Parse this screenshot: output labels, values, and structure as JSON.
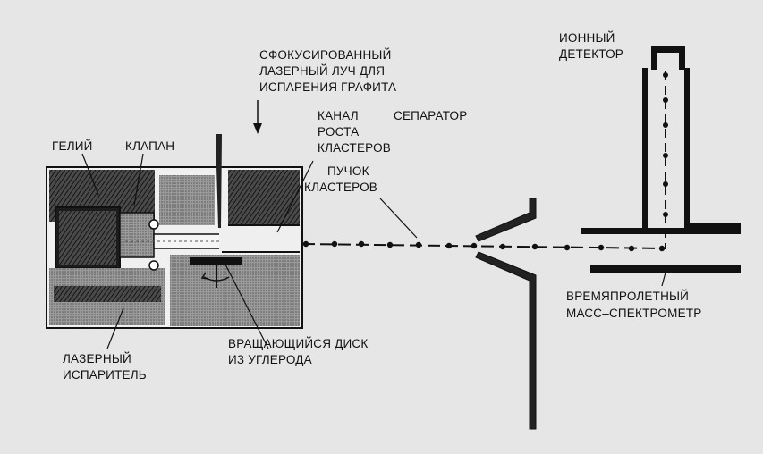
{
  "labels": {
    "focused_laser_1": "СФОКУСИРОВАННЫЙ",
    "focused_laser_2": "ЛАЗЕРНЫЙ ЛУЧ ДЛЯ",
    "focused_laser_3": "ИСПАРЕНИЯ ГРАФИТА",
    "ion_detector_1": "ИОННЫЙ",
    "ion_detector_2": "ДЕТЕКТОР",
    "channel_1": "КАНАЛ",
    "channel_2": "РОСТА",
    "channel_3": "КЛАСТЕРОВ",
    "separator": "СЕПАРАТОР",
    "helium": "ГЕЛИЙ",
    "valve": "КЛАПАН",
    "beam_1": "ПУЧОК",
    "beam_2": "КЛАСТЕРОВ",
    "tof_1": "ВРЕМЯПРОЛЕТНЫЙ",
    "tof_2": "МАСС–СПЕКТРОМЕТР",
    "vaporizer_1": "ЛАЗЕРНЫЙ",
    "vaporizer_2": "ИСПАРИТЕЛЬ",
    "disk_1": "ВРАЩАЮЩИЙСЯ ДИСК",
    "disk_2": "ИЗ УГЛЕРОДА"
  },
  "colors": {
    "ink": "#111111",
    "background": "#e6e6e6",
    "hatch": "#2a2a2a"
  }
}
